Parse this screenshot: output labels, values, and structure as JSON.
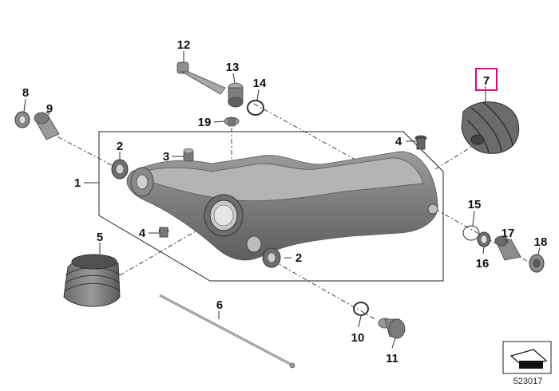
{
  "diagram": {
    "callouts": [
      {
        "id": "c1",
        "label": "1"
      },
      {
        "id": "c2a",
        "label": "2"
      },
      {
        "id": "c2b",
        "label": "2"
      },
      {
        "id": "c3",
        "label": "3"
      },
      {
        "id": "c4a",
        "label": "4"
      },
      {
        "id": "c4b",
        "label": "4"
      },
      {
        "id": "c5",
        "label": "5"
      },
      {
        "id": "c6",
        "label": "6"
      },
      {
        "id": "c7",
        "label": "7"
      },
      {
        "id": "c8",
        "label": "8"
      },
      {
        "id": "c9",
        "label": "9"
      },
      {
        "id": "c10",
        "label": "10"
      },
      {
        "id": "c11",
        "label": "11"
      },
      {
        "id": "c12",
        "label": "12"
      },
      {
        "id": "c13",
        "label": "13"
      },
      {
        "id": "c14",
        "label": "14"
      },
      {
        "id": "c15",
        "label": "15"
      },
      {
        "id": "c16",
        "label": "16"
      },
      {
        "id": "c17",
        "label": "17"
      },
      {
        "id": "c18",
        "label": "18"
      },
      {
        "id": "c19",
        "label": "19"
      }
    ],
    "highlighted_callout": "7",
    "highlight_color": "#e6007e",
    "drawing_number": "523017"
  }
}
